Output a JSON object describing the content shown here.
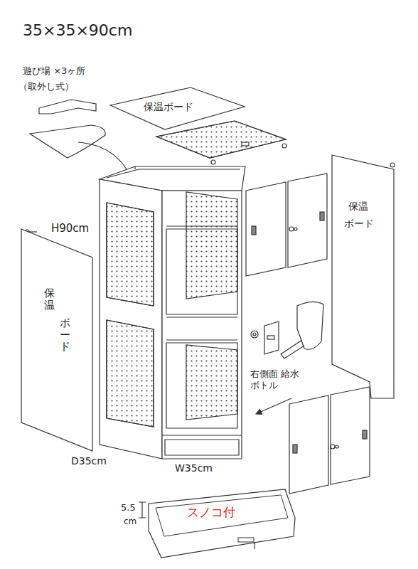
{
  "diagram": {
    "title": "35×35×90cm",
    "nodes": [
      {
        "text": [
          "保温ボード"
        ]
      },
      {
        "text": [
          "保温",
          "ボード"
        ]
      },
      {
        "text": [
          "保温",
          "ボード"
        ]
      },
      {
        "text": [
          "スノコ付"
        ]
      }
    ],
    "labels": [
      "遊び場 ×3ヶ所",
      "（取外し式）",
      "H90cm",
      "D35cm",
      "W35cm",
      "右側面 給水ボトル",
      "5.5",
      "cm"
    ]
  }
}
